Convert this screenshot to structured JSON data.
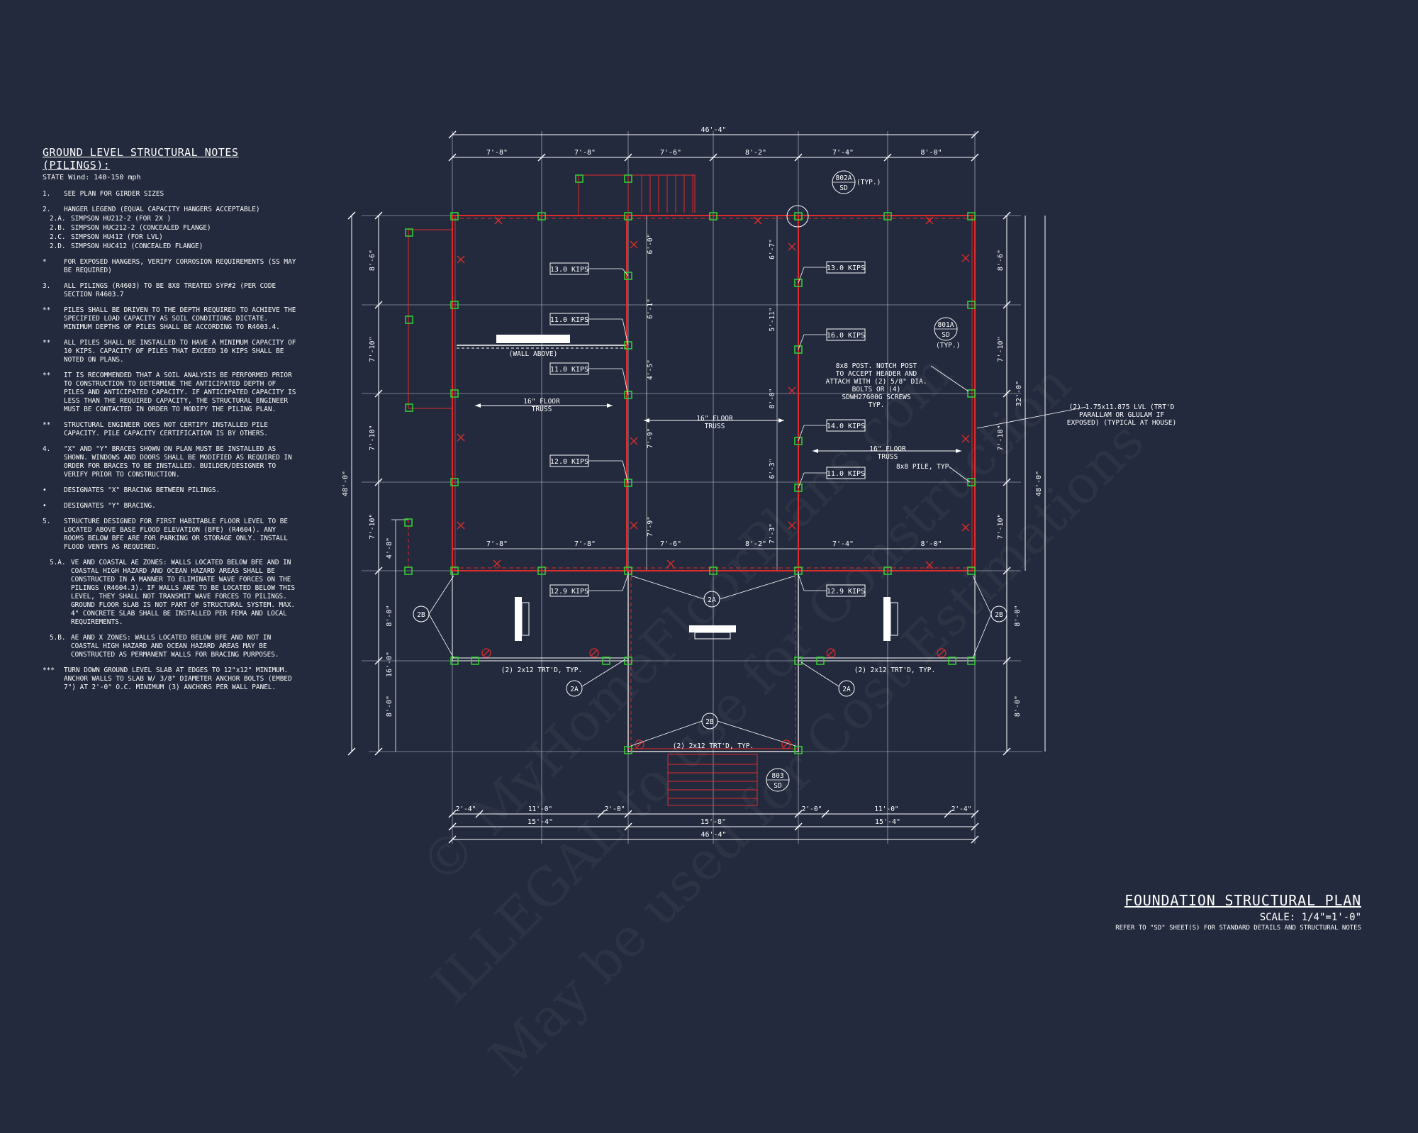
{
  "notes": {
    "title": "GROUND LEVEL STRUCTURAL NOTES (PILINGS):",
    "subtitle": "STATE Wind: 140-150 mph",
    "items": [
      {
        "num": "1.",
        "text": "SEE PLAN FOR GIRDER SIZES"
      },
      {
        "num": "2.",
        "text": "HANGER LEGEND (EQUAL CAPACITY HANGERS ACCEPTABLE)"
      },
      {
        "num": "2.A.",
        "text": "SIMPSON HU212-2 (FOR 2X )"
      },
      {
        "num": "2.B.",
        "text": "SIMPSON HUC212-2 (CONCEALED FLANGE)"
      },
      {
        "num": "2.C.",
        "text": "SIMPSON HU412 (FOR LVL)"
      },
      {
        "num": "2.D.",
        "text": "SIMPSON HUC412 (CONCEALED FLANGE)"
      },
      {
        "num": "*",
        "text": "FOR EXPOSED HANGERS, VERIFY CORROSION REQUIREMENTS (SS MAY BE REQUIRED)"
      },
      {
        "num": "3.",
        "text": "ALL PILINGS (R4603) TO BE 8X8 TREATED SYP#2 (PER CODE SECTION R4603.7"
      },
      {
        "num": "**",
        "text": "PILES SHALL BE DRIVEN TO THE DEPTH REQUIRED TO ACHIEVE THE SPECIFIED LOAD CAPACITY AS SOIL CONDITIONS DICTATE. MINIMUM DEPTHS OF PILES SHALL BE ACCORDING TO R4603.4."
      },
      {
        "num": "**",
        "text": "ALL PILES SHALL BE INSTALLED TO HAVE A MINIMUM CAPACITY OF 10 KIPS. CAPACITY OF PILES THAT EXCEED 10 KIPS SHALL BE NOTED ON PLANS."
      },
      {
        "num": "**",
        "text": "IT IS RECOMMENDED THAT A SOIL ANALYSIS BE PERFORMED PRIOR TO CONSTRUCTION TO DETERMINE THE ANTICIPATED DEPTH OF PILES AND ANTICIPATED CAPACITY. IF ANTICIPATED CAPACITY IS LESS THAN THE REQUIRED CAPACITY, THE STRUCTURAL ENGINEER MUST BE CONTACTED IN ORDER TO MODIFY THE PILING PLAN."
      },
      {
        "num": "**",
        "text": "STRUCTURAL ENGINEER DOES NOT CERTIFY INSTALLED PILE CAPACITY. PILE CAPACITY CERTIFICATION IS BY OTHERS."
      },
      {
        "num": "4.",
        "text": "\"X\" AND \"Y\" BRACES SHOWN ON PLAN MUST BE INSTALLED AS SHOWN. WINDOWS AND DOORS SHALL BE MODIFIED AS REQUIRED IN ORDER FOR BRACES TO BE INSTALLED. BUILDER/DESIGNER TO VERIFY PRIOR TO CONSTRUCTION."
      },
      {
        "num": "•",
        "text": "DESIGNATES \"X\" BRACING BETWEEN PILINGS."
      },
      {
        "num": "•",
        "text": "DESIGNATES \"Y\" BRACING."
      },
      {
        "num": "5.",
        "text": "STRUCTURE DESIGNED FOR FIRST HABITABLE FLOOR LEVEL TO BE LOCATED ABOVE BASE FLOOD ELEVATION (BFE) (R4604). ANY ROOMS BELOW BFE ARE FOR PARKING OR STORAGE ONLY. INSTALL FLOOD VENTS AS REQUIRED."
      },
      {
        "num": "5.A.",
        "text": "VE AND COASTAL AE ZONES: WALLS LOCATED BELOW BFE AND IN COASTAL HIGH HAZARD AND OCEAN HAZARD AREAS SHALL BE CONSTRUCTED IN A MANNER TO ELIMINATE WAVE FORCES ON THE PILINGS (R4604.3). IF WALLS ARE TO BE LOCATED BELOW THIS LEVEL, THEY SHALL NOT TRANSMIT WAVE FORCES TO PILINGS. GROUND FLOOR SLAB IS NOT PART OF STRUCTURAL SYSTEM. MAX. 4\" CONCRETE SLAB SHALL BE INSTALLED PER FEMA AND LOCAL REQUIREMENTS."
      },
      {
        "num": "5.B.",
        "text": "AE AND X ZONES: WALLS LOCATED BELOW BFE AND NOT IN COASTAL HIGH HAZARD AND OCEAN HAZARD AREAS MAY BE CONSTRUCTED AS PERMANENT WALLS FOR BRACING PURPOSES."
      },
      {
        "num": "***",
        "text": "TURN DOWN GROUND LEVEL SLAB AT EDGES TO 12\"x12\" MINIMUM. ANCHOR WALLS TO SLAB W/ 3/8\" DIAMETER ANCHOR BOLTS (EMBED 7\") AT 2'-0\" O.C. MINIMUM (3) ANCHORS PER WALL PANEL."
      }
    ]
  },
  "dims": {
    "overall": "46'-4\"",
    "top": [
      "7'-8\"",
      "7'-8\"",
      "7'-6\"",
      "8'-2\"",
      "7'-4\"",
      "8'-0\""
    ],
    "left_upper": [
      "8'-6\"",
      "7'-10\"",
      "7'-10\"",
      "7'-10\""
    ],
    "left_total": "48'-0\"",
    "left_lower": [
      "8'-0\"",
      "8'-0\""
    ],
    "left_lower_total": "16'-0\"",
    "left_inner": "4'-8\"",
    "right_upper": [
      "8'-6\"",
      "7'-10\"",
      "7'-10\"",
      "7'-10\""
    ],
    "right_32": "32'-0\"",
    "right_total": "48'-0\"",
    "right_lower": [
      "8'-0\"",
      "8'-0\""
    ],
    "mid_left_col": [
      "6'-0\"",
      "6'-1\"",
      "4'-5\"",
      "7'-9\"",
      "7'-9\""
    ],
    "mid_right_col": [
      "6'-7\"",
      "5'-11\"",
      "8'-0\"",
      "6'-3\"",
      "7'-3\""
    ],
    "bottom_inner": [
      "2'-4\"",
      "11'-0\"",
      "2'-0\"",
      "2'-0\"",
      "11'-0\"",
      "2'-4\""
    ],
    "bottom_mid": [
      "15'-4\"",
      "15'-8\"",
      "15'-4\""
    ]
  },
  "labels": {
    "kips": [
      "13.0 KIPS",
      "11.0 KIPS",
      "11.0 KIPS",
      "12.0 KIPS",
      "12.9 KIPS",
      "13.0 KIPS",
      "16.0 KIPS",
      "14.0 KIPS",
      "11.0 KIPS",
      "12.9 KIPS"
    ],
    "wall_above": "(WALL ABOVE)",
    "truss_a": [
      "16\" FLOOR",
      "TRUSS"
    ],
    "truss_b": [
      "16\" FLOOR",
      "TRUSS"
    ],
    "truss_c": [
      "16\" FLOOR",
      "TRUSS"
    ],
    "post_note": [
      "8x8 POST. NOTCH POST",
      "TO ACCEPT HEADER AND",
      "ATTACH WITH (2) 5/8\" DIA.",
      "BOLTS OR (4)",
      "SDWH27600G SCREWS",
      "TYP."
    ],
    "lvl_note": [
      "(2) 1.75x11.875 LVL (TRT'D",
      "PARALLAM OR GLULAM IF",
      "EXPOSED) (TYPICAL AT HOUSE)"
    ],
    "pile_typ": "8x8 PILE, TYP.",
    "joist_left": "(2) 2x12 TRT'D, TYP.",
    "joist_right": "(2) 2x12 TRT'D, TYP.",
    "joist_mid": "(2) 2x12 TRT'D, TYP.",
    "sec_802a": [
      "802A",
      "SD"
    ],
    "sec_801a": [
      "801A",
      "SD"
    ],
    "sec_803": [
      "803",
      "SD"
    ],
    "typ": "(TYP.)",
    "tag_2a": "2A",
    "tag_2b": "2B"
  },
  "title_block": {
    "title": "FOUNDATION STRUCTURAL PLAN",
    "scale": "SCALE: 1/4\"=1'-0\"",
    "refer": "REFER TO \"SD\" SHEET(S) FOR STANDARD DETAILS AND STRUCTURAL NOTES"
  },
  "watermark": [
    "© MyHomeFloorPlans.com",
    "ILLEGAL to use for Construction",
    "May be used for Cost Estimations"
  ],
  "colors": {
    "background": "#232a3d",
    "beam": "#e02b2b",
    "pile": "#34c934",
    "line": "#ffffff"
  }
}
